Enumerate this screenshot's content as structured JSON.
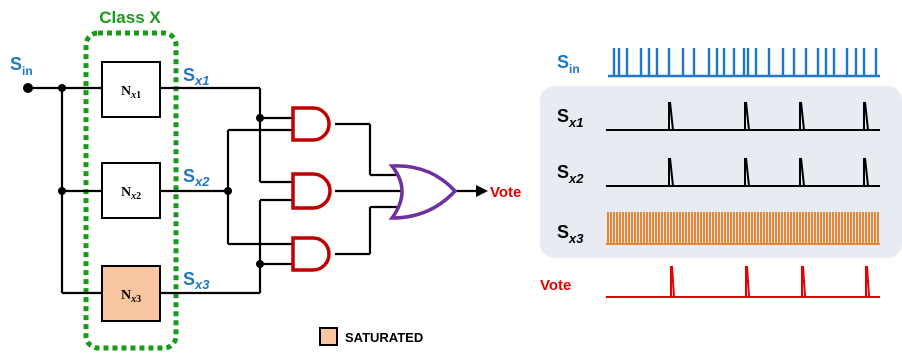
{
  "class_label": "Class X",
  "input_signal": {
    "base": "S",
    "sub": "in"
  },
  "neurons": [
    {
      "base": "N",
      "sub_letter": "x",
      "sub_num": "1",
      "saturated": false
    },
    {
      "base": "N",
      "sub_letter": "x",
      "sub_num": "2",
      "saturated": false
    },
    {
      "base": "N",
      "sub_letter": "x",
      "sub_num": "3",
      "saturated": true
    }
  ],
  "outputs": [
    {
      "base": "S",
      "sub": "x1"
    },
    {
      "base": "S",
      "sub": "x2"
    },
    {
      "base": "S",
      "sub": "x3"
    }
  ],
  "vote_label": "Vote",
  "legend": {
    "text": "SATURATED"
  },
  "traces": {
    "input": {
      "base": "S",
      "sub": "in"
    },
    "x1": {
      "base": "S",
      "sub": "x1"
    },
    "x2": {
      "base": "S",
      "sub": "x2"
    },
    "x3": {
      "base": "S",
      "sub": "x3"
    },
    "vote": "Vote"
  },
  "colors": {
    "class_box": "#1a9a1a",
    "signal_blue": "#1f77c8",
    "and_gate": "#c00000",
    "or_gate": "#7030a0",
    "vote": "#e60000",
    "saturated_fill": "#f8c6a0",
    "saturated_trace": "#e87a1e",
    "panel_bg": "#e8ecf2"
  }
}
